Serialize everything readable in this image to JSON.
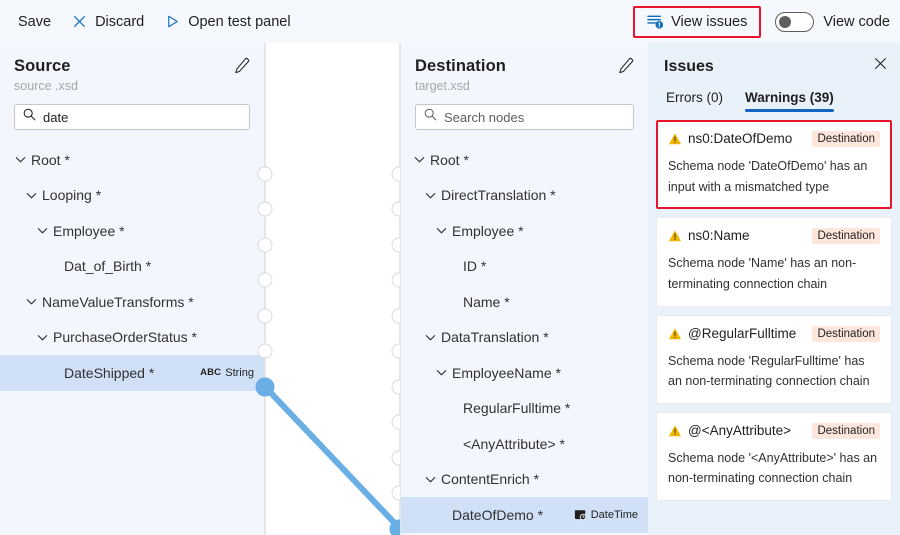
{
  "toolbar": {
    "save_label": "Save",
    "discard_label": "Discard",
    "open_test_panel_label": "Open test panel",
    "view_issues_label": "View issues",
    "view_code_label": "View code",
    "highlight_color": "#e8142b",
    "accent_color": "#0f6cbd"
  },
  "source": {
    "title": "Source",
    "subtitle": "source .xsd",
    "search_value": "date",
    "nodes": [
      {
        "label": "Root *",
        "indent": 0,
        "expandable": true,
        "selected": false,
        "type": ""
      },
      {
        "label": "Looping *",
        "indent": 1,
        "expandable": true,
        "selected": false,
        "type": ""
      },
      {
        "label": "Employee *",
        "indent": 2,
        "expandable": true,
        "selected": false,
        "type": ""
      },
      {
        "label": "Dat_of_Birth *",
        "indent": 3,
        "expandable": false,
        "selected": false,
        "type": ""
      },
      {
        "label": "NameValueTransforms *",
        "indent": 1,
        "expandable": true,
        "selected": false,
        "type": ""
      },
      {
        "label": "PurchaseOrderStatus *",
        "indent": 2,
        "expandable": true,
        "selected": false,
        "type": ""
      },
      {
        "label": "DateShipped *",
        "indent": 3,
        "expandable": false,
        "selected": true,
        "type": "String",
        "type_icon": "abc-icon"
      }
    ]
  },
  "destination": {
    "title": "Destination",
    "subtitle": "target.xsd",
    "search_placeholder": "Search nodes",
    "search_value": "",
    "nodes": [
      {
        "label": "Root *",
        "indent": 0,
        "expandable": true,
        "selected": false,
        "type": ""
      },
      {
        "label": "DirectTranslation *",
        "indent": 1,
        "expandable": true,
        "selected": false,
        "type": ""
      },
      {
        "label": "Employee *",
        "indent": 2,
        "expandable": true,
        "selected": false,
        "type": ""
      },
      {
        "label": "ID *",
        "indent": 3,
        "expandable": false,
        "selected": false,
        "type": ""
      },
      {
        "label": "Name *",
        "indent": 3,
        "expandable": false,
        "selected": false,
        "type": ""
      },
      {
        "label": "DataTranslation *",
        "indent": 1,
        "expandable": true,
        "selected": false,
        "type": ""
      },
      {
        "label": "EmployeeName *",
        "indent": 2,
        "expandable": true,
        "selected": false,
        "type": ""
      },
      {
        "label": "RegularFulltime *",
        "indent": 3,
        "expandable": false,
        "selected": false,
        "type": ""
      },
      {
        "label": "<AnyAttribute> *",
        "indent": 3,
        "expandable": false,
        "selected": false,
        "type": ""
      },
      {
        "label": "ContentEnrich *",
        "indent": 1,
        "expandable": true,
        "selected": false,
        "type": ""
      },
      {
        "label": "DateOfDemo *",
        "indent": 2,
        "expandable": false,
        "selected": true,
        "type": "DateTime",
        "type_icon": "datetime-icon"
      }
    ]
  },
  "connection": {
    "from_row": 6,
    "to_row": 10,
    "color": "#69afe5"
  },
  "issues": {
    "title": "Issues",
    "close_label": "close-icon",
    "tabs": [
      {
        "label": "Errors (0)",
        "active": false
      },
      {
        "label": "Warnings (39)",
        "active": true
      }
    ],
    "active_tab_color": "#1565c0",
    "items": [
      {
        "name": "ns0:DateOfDemo",
        "tag": "Destination",
        "description": "Schema node 'DateOfDemo' has an input with a mismatched type",
        "highlighted": true
      },
      {
        "name": "ns0:Name",
        "tag": "Destination",
        "description": "Schema node 'Name' has an non-terminating connection chain",
        "highlighted": false
      },
      {
        "name": "@RegularFulltime",
        "tag": "Destination",
        "description": "Schema node 'RegularFulltime' has an non-terminating connection chain",
        "highlighted": false
      },
      {
        "name": "@<AnyAttribute>",
        "tag": "Destination",
        "description": "Schema node '<AnyAttribute>' has an non-terminating connection chain",
        "highlighted": false
      }
    ]
  }
}
